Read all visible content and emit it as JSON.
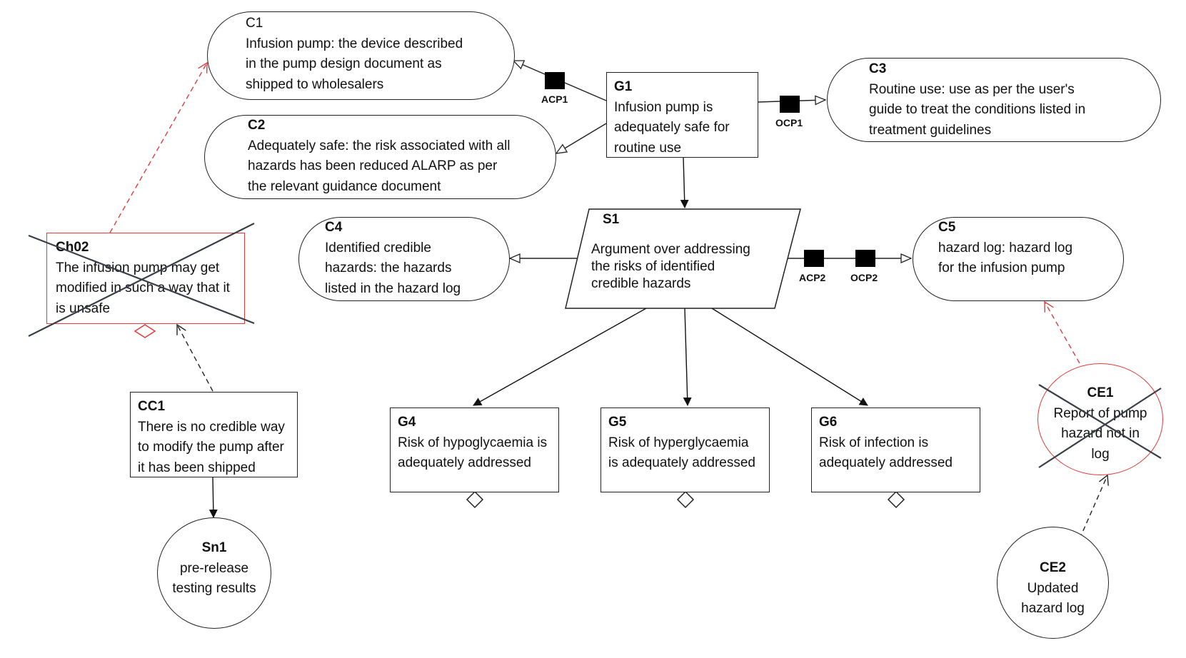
{
  "nodes": {
    "C1": {
      "id": "C1",
      "text": "Infusion pump: the device described in the pump design document as shipped to wholesalers"
    },
    "C2": {
      "id": "C2",
      "text": "Adequately safe: the risk associated with all hazards has been reduced ALARP as per the relevant guidance document"
    },
    "C3": {
      "id": "C3",
      "text": "Routine use: use as per the user's guide to treat the conditions listed in treatment guidelines"
    },
    "G1": {
      "id": "G1",
      "text": "Infusion pump is adequately safe for routine use"
    },
    "C4": {
      "id": "C4",
      "text": "Identified credible hazards: the hazards listed in the hazard log"
    },
    "S1": {
      "id": "S1",
      "text": "Argument over addressing the risks of identified credible hazards"
    },
    "C5": {
      "id": "C5",
      "text": "hazard log: hazard log for the infusion pump"
    },
    "Ch02": {
      "id": "Ch02",
      "text": "The infusion pump may get modified in such a way that it is unsafe"
    },
    "CC1": {
      "id": "CC1",
      "text": "There is no credible way to modify the pump after it has been shipped"
    },
    "Sn1": {
      "id": "Sn1",
      "text": "pre-release testing results"
    },
    "G4": {
      "id": "G4",
      "text": "Risk of hypoglycaemia is adequately addressed"
    },
    "G5": {
      "id": "G5",
      "text": "Risk of hyperglycaemia is adequately addressed"
    },
    "G6": {
      "id": "G6",
      "text": "Risk of infection is adequately addressed"
    },
    "CE1": {
      "id": "CE1",
      "text": "Report of pump hazard not in log"
    },
    "CE2": {
      "id": "CE2",
      "text": "Updated hazard log"
    }
  },
  "patterns": {
    "ACP1": "ACP1",
    "OCP1": "OCP1",
    "ACP2": "ACP2",
    "OCP2": "OCP2"
  },
  "colors": {
    "line": "#222222",
    "challenge": "#e23b3b",
    "crossout": "#3a3f47",
    "fill": "#ffffff"
  }
}
